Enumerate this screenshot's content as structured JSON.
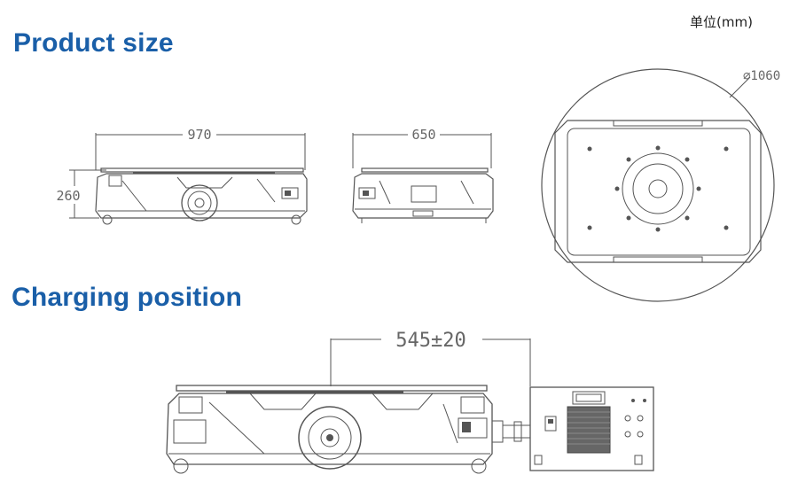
{
  "headings": {
    "product_size": "Product size",
    "charging_position": "Charging position"
  },
  "unit_label": "单位(mm)",
  "dimensions": {
    "length": "970",
    "height": "260",
    "width": "650",
    "diameter": "∅1060",
    "charging_distance": "545±20"
  },
  "colors": {
    "heading": "#1a5fa8",
    "line": "#555555",
    "dimension_text": "#666666"
  }
}
